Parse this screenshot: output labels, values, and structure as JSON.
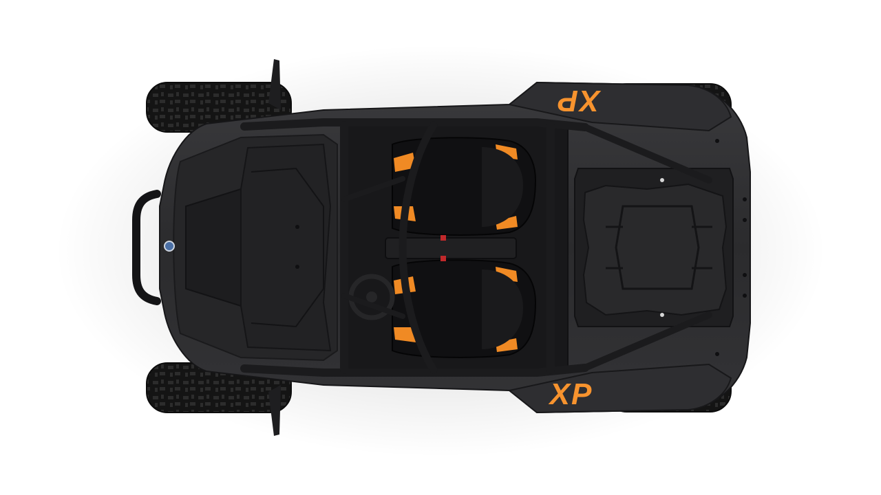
{
  "scene": {
    "subject": "utv-top-view",
    "background_color": "#ffffff",
    "colors": {
      "body": "#2b2b2d",
      "body_dark": "#1c1c1e",
      "body_light": "#3a3a3d",
      "cage": "#242426",
      "tire": "#141414",
      "tread": "#2a2a2a",
      "seat": "#101012",
      "seat_accent": "#f08a24",
      "decal": "#f7932e"
    }
  },
  "decals": {
    "upper_text": "XP",
    "lower_text": "XP"
  }
}
